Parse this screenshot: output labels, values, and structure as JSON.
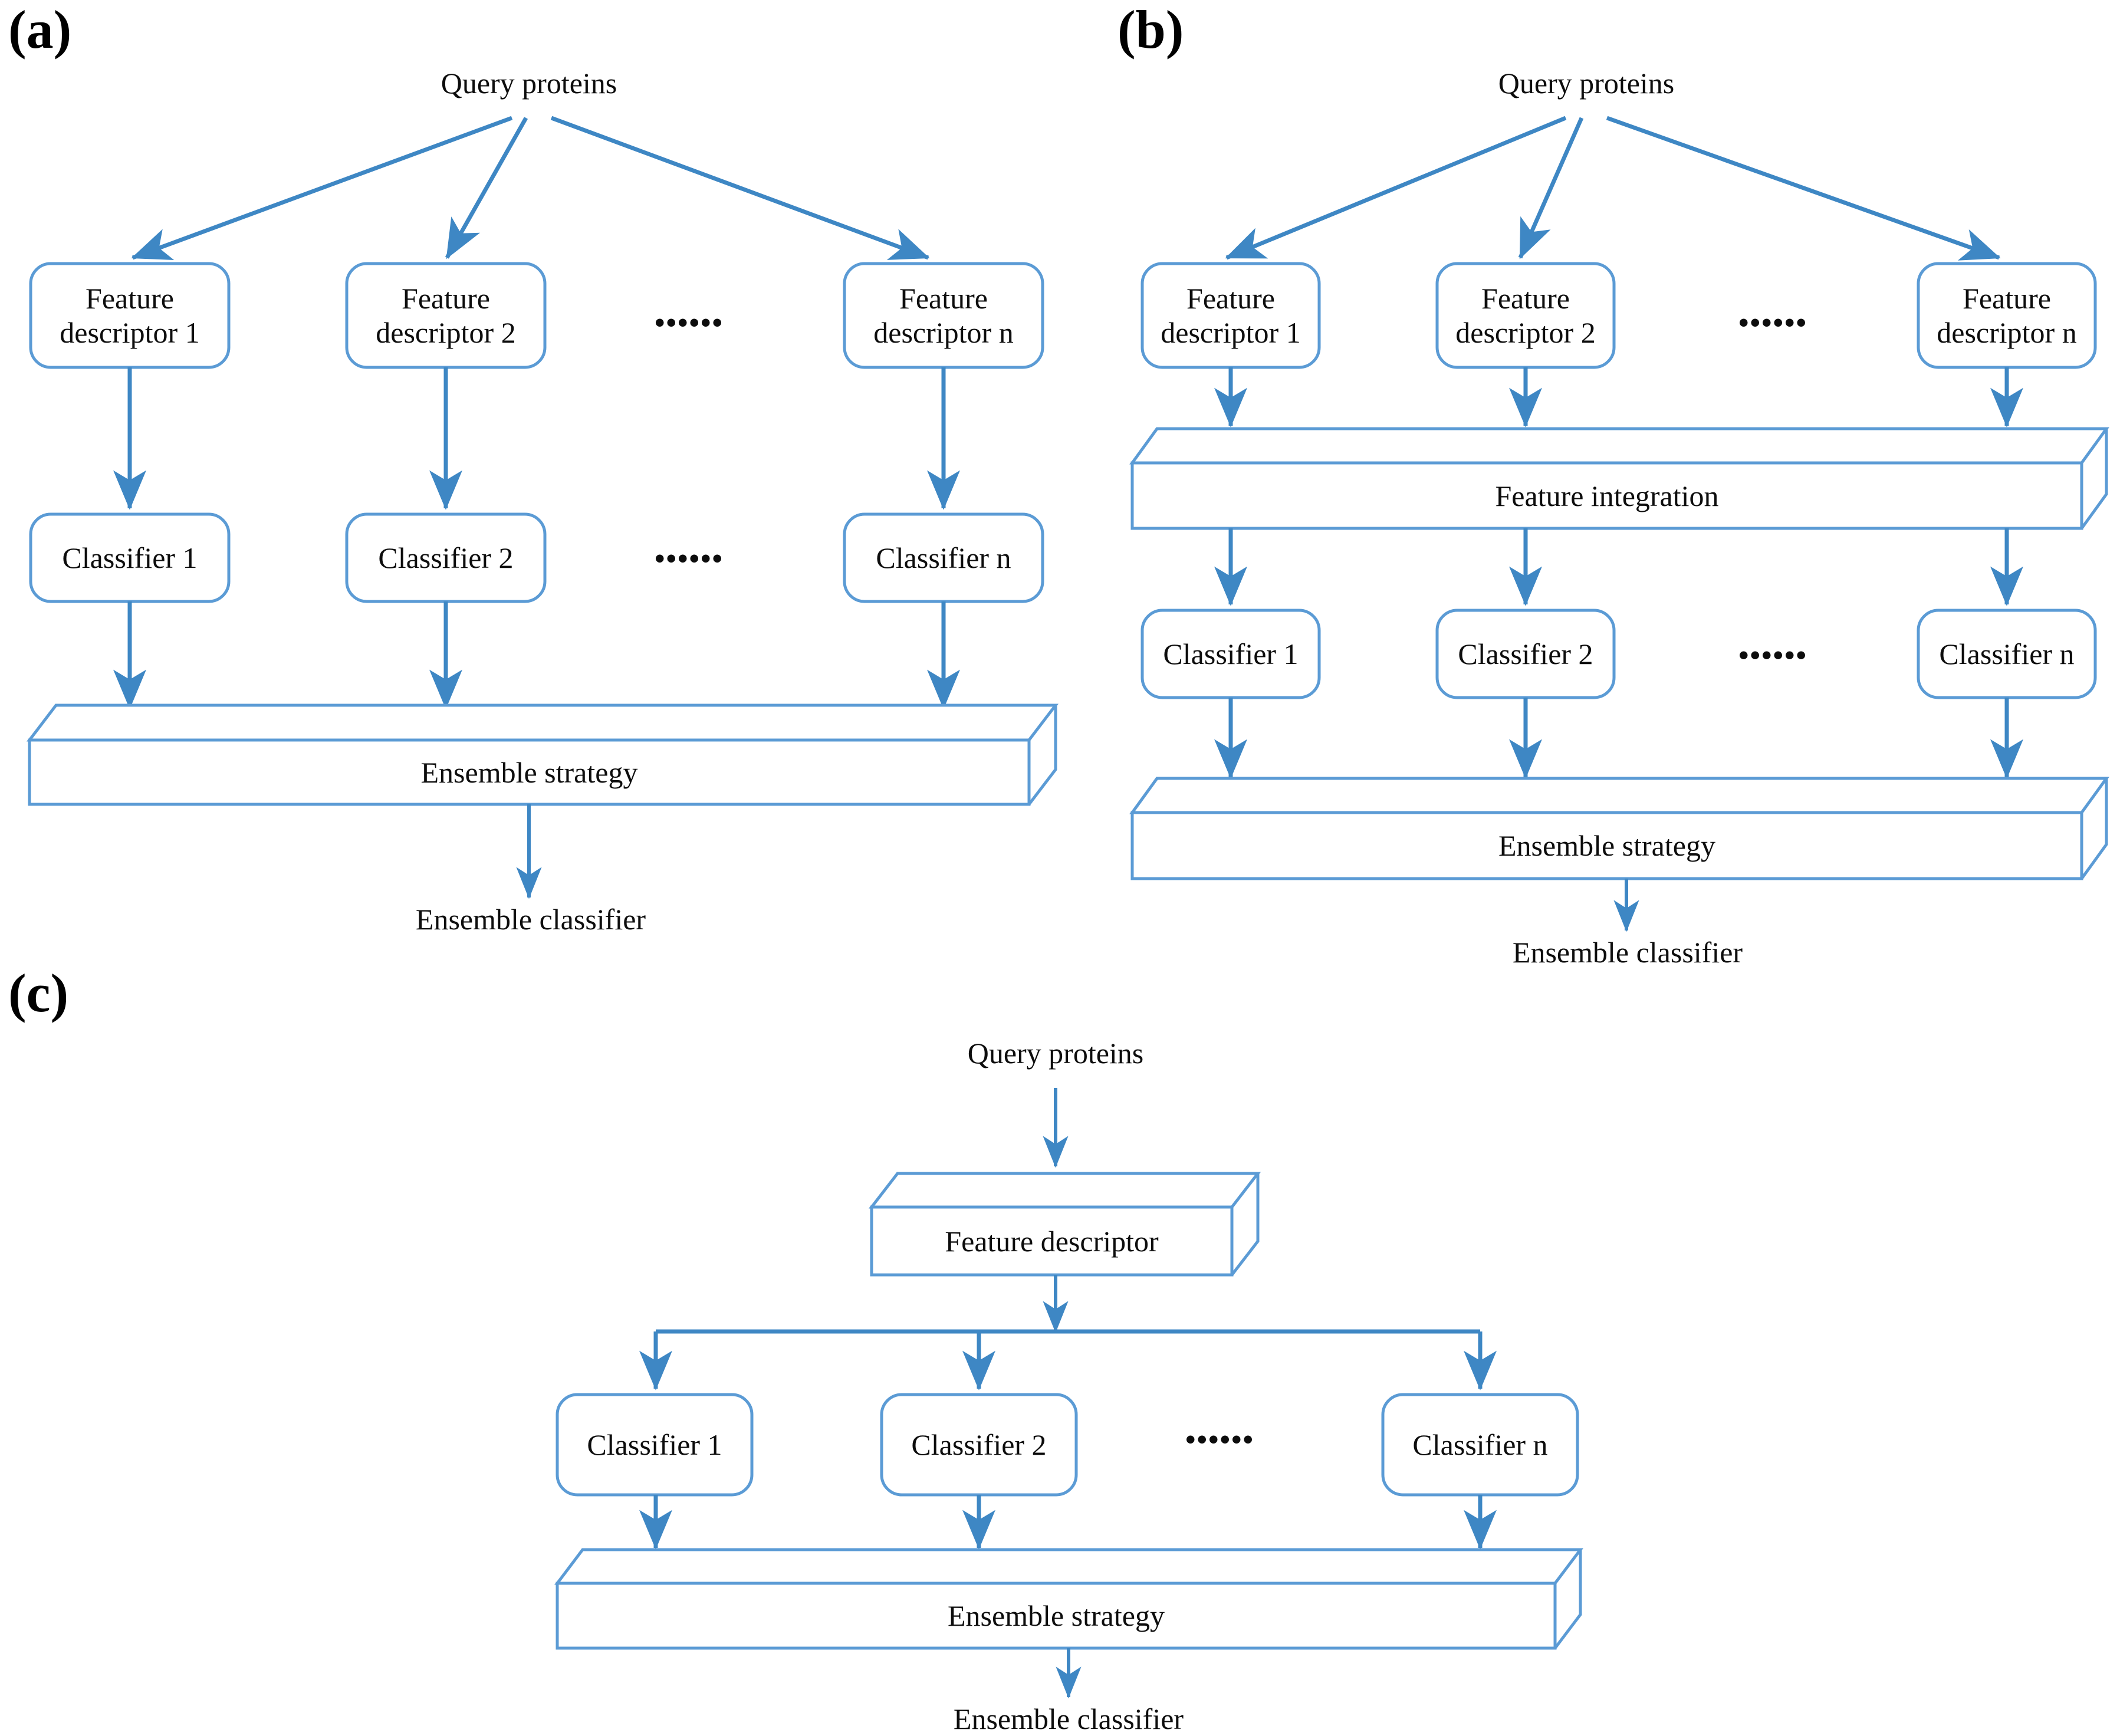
{
  "figure": {
    "type": "diagram",
    "description": "Three ensemble-learning architecture flowcharts for protein classification",
    "accent_color": "#5B9BD5",
    "text_color": "#0D0D0D",
    "background_color": "#FFFFFF",
    "ellipsis_glyph": "••••••"
  },
  "panels": [
    {
      "id": "a",
      "label": "(a)",
      "nodes": {
        "source": "Query proteins",
        "descriptors": [
          "Feature\ndescriptor 1",
          "Feature\ndescriptor 2",
          "Feature\ndescriptor n"
        ],
        "descriptor_ellipsis": "••••••",
        "classifiers": [
          "Classifier 1",
          "Classifier 2",
          "Classifier n"
        ],
        "classifier_ellipsis": "••••••",
        "ensemble": "Ensemble strategy",
        "output": "Ensemble classifier"
      }
    },
    {
      "id": "b",
      "label": "(b)",
      "nodes": {
        "source": "Query proteins",
        "descriptors": [
          "Feature\ndescriptor 1",
          "Feature\ndescriptor 2",
          "Feature\ndescriptor n"
        ],
        "descriptor_ellipsis": "••••••",
        "integration": "Feature integration",
        "classifiers": [
          "Classifier 1",
          "Classifier 2",
          "Classifier n"
        ],
        "classifier_ellipsis": "••••••",
        "ensemble": "Ensemble strategy",
        "output": "Ensemble classifier"
      }
    },
    {
      "id": "c",
      "label": "(c)",
      "nodes": {
        "source": "Query proteins",
        "descriptor": "Feature descriptor",
        "classifiers": [
          "Classifier 1",
          "Classifier 2",
          "Classifier n"
        ],
        "classifier_ellipsis": "••••••",
        "ensemble": "Ensemble strategy",
        "output": "Ensemble classifier"
      }
    }
  ]
}
